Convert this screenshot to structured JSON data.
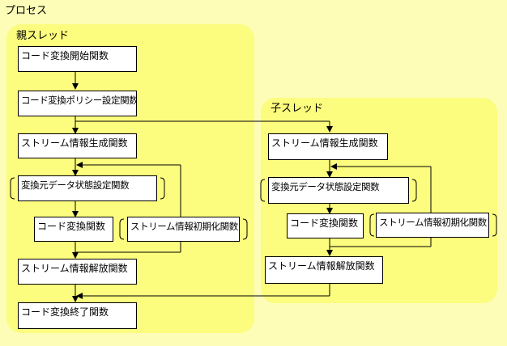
{
  "process_label": "プロセス",
  "parent": {
    "label": "親スレッド",
    "boxes": {
      "start": "コード変換開始関数",
      "policy": "コード変換ポリシー設定関数",
      "stream_create": "ストリーム情報生成関数",
      "source_state": "変換元データ状態設定関数",
      "convert": "コード変換関数",
      "stream_init": "ストリーム情報初期化関数",
      "stream_release": "ストリーム情報解放関数",
      "end": "コード変換終了関数"
    }
  },
  "child": {
    "label": "子スレッド",
    "boxes": {
      "stream_create": "ストリーム情報生成関数",
      "source_state": "変換元データ状態設定関数",
      "convert": "コード変換関数",
      "stream_init": "ストリーム情報初期化関数",
      "stream_release": "ストリーム情報解放関数"
    }
  },
  "colors": {
    "background": "#fdfdb8",
    "panel": "#fcfc7e",
    "box": "#ffffff",
    "line": "#000000"
  }
}
